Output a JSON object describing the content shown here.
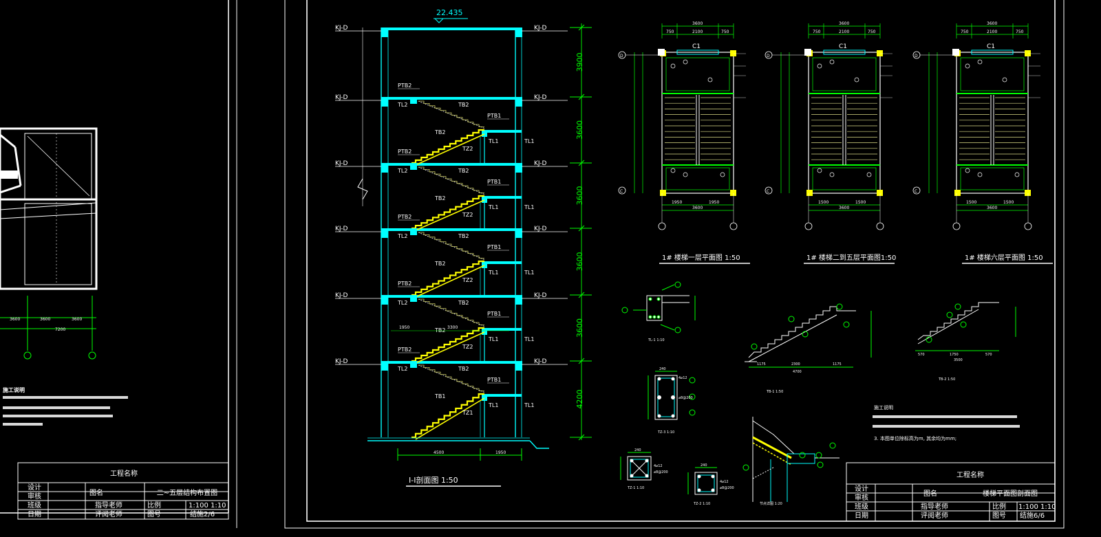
{
  "colors": {
    "background": "#000000",
    "frame": "#ffffff",
    "dimension": "#00ff00",
    "concrete": "#00ffff",
    "stair": "#ffff00",
    "note_text": "#ffffff",
    "label": "#ffffff"
  },
  "section": {
    "top_elevation": "22.435",
    "beam_label": "KJ-D",
    "title": "I-I剖面图  1:50",
    "heights": [
      "3900",
      "3600",
      "3600",
      "3600",
      "3600",
      "4200"
    ],
    "bottom_dims": [
      "4500",
      "1950"
    ],
    "flights": [
      {
        "upper": "PTB2",
        "lower": "TL2",
        "top_flight": "TB2",
        "landing": "PTB1",
        "flight": "TB2",
        "column": "TZ2",
        "beam": "TL1"
      },
      {
        "upper": "PTB2",
        "lower": "TL2",
        "top_flight": "TB2",
        "landing": "PTB1",
        "flight": "TB2",
        "column": "TZ2",
        "beam": "TL1"
      },
      {
        "upper": "PTB2",
        "lower": "TL2",
        "top_flight": "TB2",
        "landing": "PTB1",
        "flight": "TB2",
        "column": "TZ2",
        "beam": "TL1"
      },
      {
        "upper": "PTB2",
        "lower": "TL2",
        "top_flight": "TB2",
        "landing": "PTB1",
        "flight": "TB2",
        "column": "TZ2",
        "beam": "TL1"
      },
      {
        "upper": "PTB2",
        "lower": "TL2",
        "top_flight": "TB2",
        "landing": "PTB1",
        "flight": "TB1",
        "column": "TZ1",
        "beam": "TL1"
      }
    ],
    "mid_dims": [
      "1950",
      "3300"
    ]
  },
  "plans": [
    {
      "title": "1# 楼梯一层平面图   1:50",
      "window": "C1",
      "top_dims": [
        "750",
        "2100",
        "750"
      ],
      "total": "3600",
      "bottom_dims": [
        "1950",
        "1950"
      ]
    },
    {
      "title": "1# 楼梯二到五层平面图1:50",
      "window": "C1",
      "top_dims": [
        "750",
        "2100",
        "750"
      ],
      "total": "3600",
      "bottom_dims": [
        "1500",
        "1500"
      ]
    },
    {
      "title": "1# 楼梯六层平面图   1:50",
      "window": "C1",
      "top_dims": [
        "750",
        "2100",
        "750"
      ],
      "total": "3600",
      "bottom_dims": [
        "1500",
        "1500"
      ]
    }
  ],
  "plan_markers": [
    "D",
    "C",
    "B"
  ],
  "details": {
    "beam": "TL-1  1:10",
    "flight1": "TB-1  1:50",
    "flight1_dims": [
      "1175",
      "2300",
      "1175"
    ],
    "flight1_total": "4700",
    "flight2": "TB-2  1:50",
    "flight2_dims": [
      "570",
      "1750",
      "570"
    ],
    "flight2_total": "3500",
    "col3": "TZ-3  1:10",
    "col1": "TZ-1  1:10",
    "col2": "TZ-2  1:10",
    "node": "节点详图  1:20",
    "size240": "240",
    "rebar": "4⌀12",
    "stirrup": "⌀8@200"
  },
  "notes": {
    "title": "施工说明",
    "line3": "3. 本图单位除标高为m, 其余均为mm;"
  },
  "left_sheet": {
    "dims": [
      "3600",
      "3600",
      "3600"
    ],
    "total": "7200",
    "note_title": "施工说明"
  },
  "title_block_left": {
    "project": "工程名称",
    "rows": [
      "设计",
      "审核",
      "班级",
      "日期"
    ],
    "drawing_label": "图名",
    "drawing_name": "二~五层结构布置图",
    "teacher": "指导老师",
    "reviewer": "评阅老师",
    "scale_label": "比例",
    "scale": "1:100 1:10",
    "number_label": "图号",
    "number": "结施2/6"
  },
  "title_block_right": {
    "project": "工程名称",
    "rows": [
      "设计",
      "审核",
      "班级",
      "日期"
    ],
    "drawing_label": "图名",
    "drawing_name": "楼梯平面图剖面图",
    "teacher": "指导老师",
    "reviewer": "评阅老师",
    "scale_label": "比例",
    "scale": "1:100 1:10",
    "number_label": "图号",
    "number": "结施6/6"
  }
}
